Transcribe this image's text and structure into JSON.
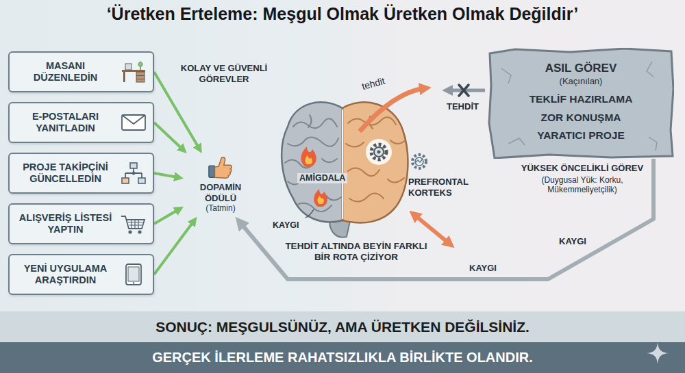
{
  "diagram": {
    "title": "‘Üretken Erteleme: Meşgul Olmak Üretken Olmak Değildir’",
    "nodes": [
      {
        "text": [
          "MASANI DÜZENLEDİN"
        ]
      },
      {
        "text": [
          "E-POSTALARI YANITLADIN"
        ]
      },
      {
        "text": [
          "PROJE TAKİPÇİNİ GÜNCELLEDİN"
        ]
      },
      {
        "text": [
          "ALIŞVERİŞ LİSTESİ YAPTIN"
        ]
      },
      {
        "text": [
          "YENİ UYGULAMA ARAŞTIRDIN"
        ]
      },
      {
        "text": [
          "DOPAMİN ÖDÜLÜ",
          "(Tatmin)"
        ]
      },
      {
        "text": [
          "ASIL GÖREV",
          "(Kaçınılan)",
          "TEKLİF HAZIRLAMA",
          "ZOR KONUŞMA",
          "YARATICI PROJE"
        ]
      },
      {
        "text": [
          "SONUÇ: MEŞGULSÜNÜZ, AMA ÜRETKEN DEĞİLSİNİZ."
        ]
      },
      {
        "text": [
          "GERÇEK İLERLEME RAHATSIZLIKLA BİRLİKTE OLANDIR."
        ]
      }
    ],
    "edges": [
      {
        "from": 0,
        "to": 5,
        "arrow": "to"
      },
      {
        "from": 1,
        "to": 5,
        "arrow": "to"
      },
      {
        "from": 2,
        "to": 5,
        "arrow": "to"
      },
      {
        "from": 3,
        "to": 5,
        "arrow": "to"
      },
      {
        "from": 4,
        "to": 5,
        "arrow": "to"
      },
      {
        "from": 6,
        "to": 5,
        "label": "KAYGI",
        "arrow": "to"
      }
    ],
    "labels": [
      "KOLAY VE GÜVENLİ GÖREVLER",
      "tehdit",
      "TEHDİT",
      "AMİGDALA",
      "PREFRONTAL KORTEKS",
      "KAYGI",
      "TEHDİT ALTINDA BEYİN FARKLI BİR ROTA ÇİZİYOR",
      "YÜKSEK ÖNCELİKLİ GÖREV",
      "(Duygusal Yük: Korku, Mükemmeliyetçilik)",
      "KAYGI"
    ]
  }
}
